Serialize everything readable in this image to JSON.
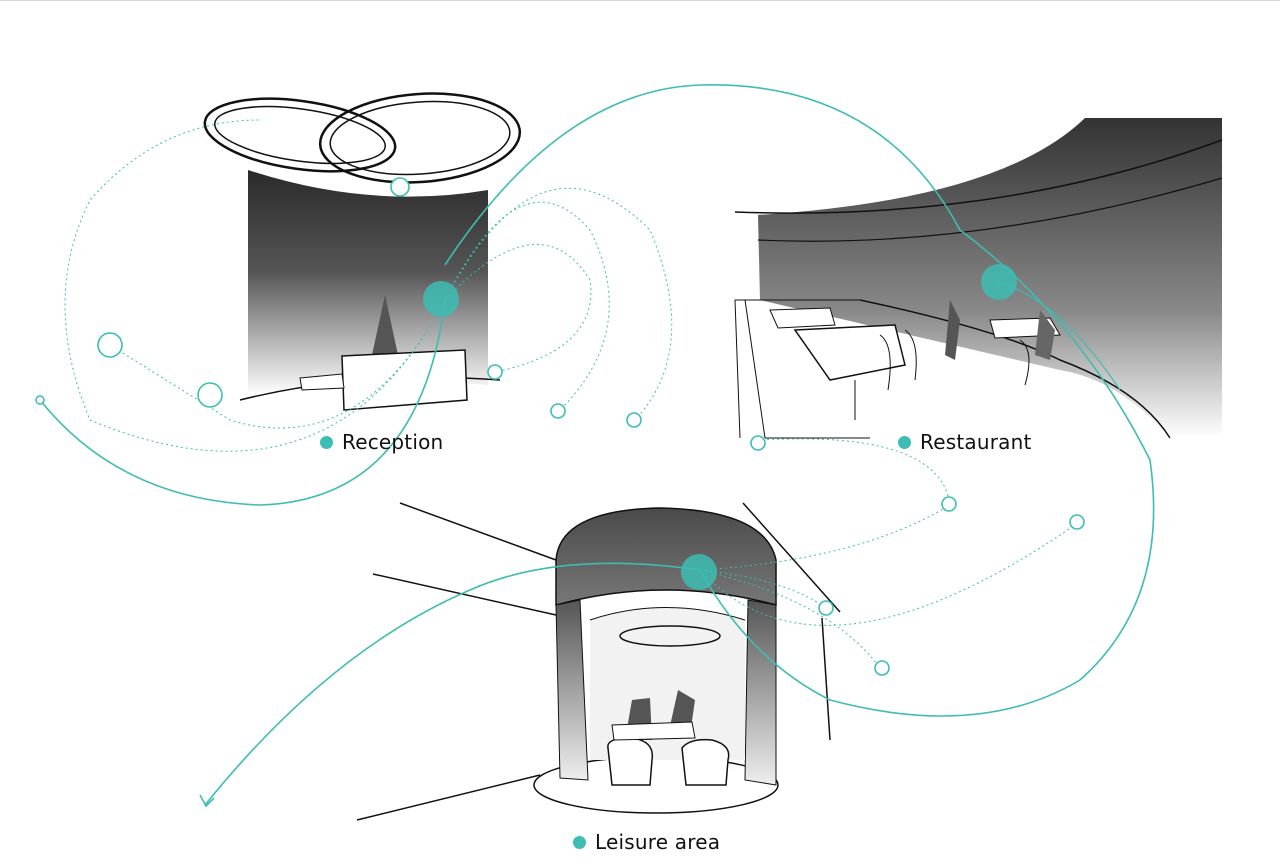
{
  "colors": {
    "accent": "#3dbdb3",
    "ink": "#111111"
  },
  "zones": [
    {
      "label": "Reception",
      "icon": "teal-dot-icon"
    },
    {
      "label": "Restaurant",
      "icon": "teal-dot-icon"
    },
    {
      "label": "Leisure area",
      "icon": "teal-dot-icon"
    }
  ]
}
